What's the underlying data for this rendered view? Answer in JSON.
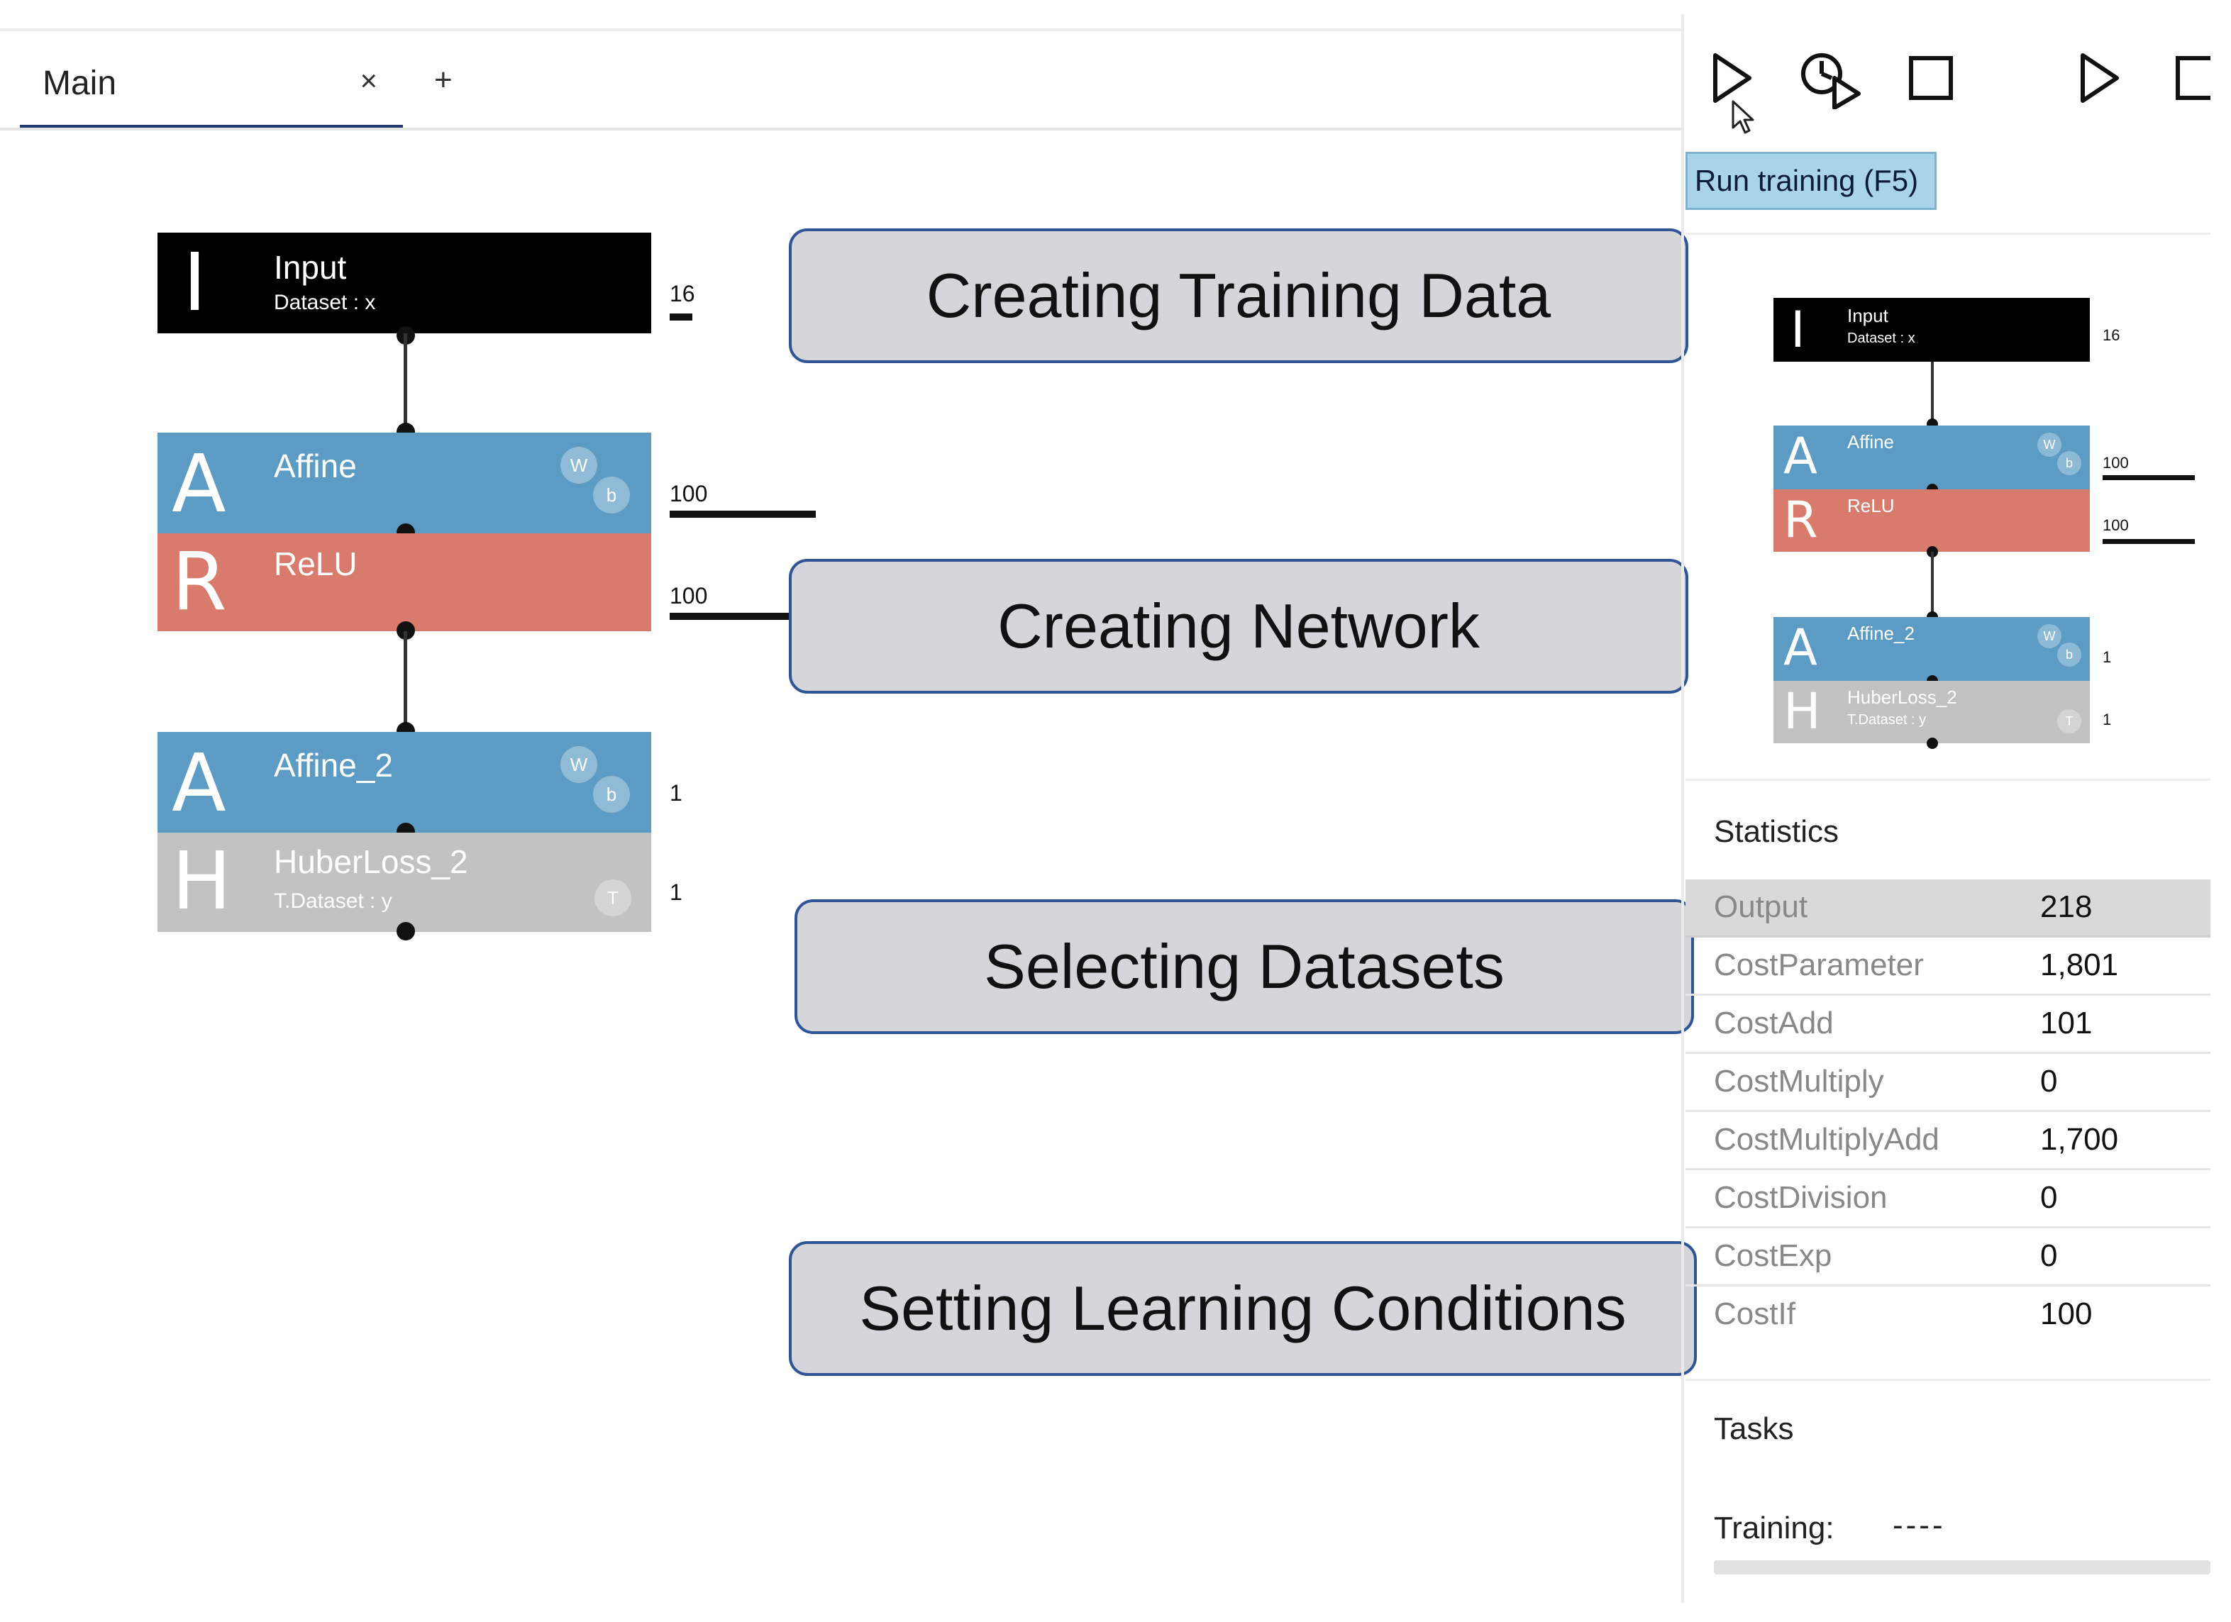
{
  "tabs": {
    "main_label": "Main",
    "close_glyph": "×",
    "add_glyph": "+"
  },
  "network": {
    "input": {
      "letter": "I",
      "title": "Input",
      "sub": "Dataset : x",
      "size": "16"
    },
    "affine": {
      "letter": "A",
      "title": "Affine",
      "pill_w": "W",
      "pill_b": "b",
      "size": "100"
    },
    "relu": {
      "letter": "R",
      "title": "ReLU",
      "size": "100"
    },
    "affine2": {
      "letter": "A",
      "title": "Affine_2",
      "pill_w": "W",
      "pill_b": "b",
      "size": "1"
    },
    "huber": {
      "letter": "H",
      "title": "HuberLoss_2",
      "sub": "T.Dataset : y",
      "pill_t": "T",
      "size": "1"
    }
  },
  "callouts": {
    "training_data": "Creating Training Data",
    "network": "Creating Network",
    "datasets": "Selecting  Datasets",
    "learning": "Setting Learning Conditions"
  },
  "toolbar": {
    "icons": [
      "play-icon",
      "timer-play-icon",
      "stop-icon",
      "play-icon",
      "stop-icon"
    ],
    "tooltip": "Run training (F5)"
  },
  "statistics": {
    "title": "Statistics",
    "rows": [
      {
        "key": "Output",
        "value": "218"
      },
      {
        "key": "CostParameter",
        "value": "1,801"
      },
      {
        "key": "CostAdd",
        "value": "101"
      },
      {
        "key": "CostMultiply",
        "value": "0"
      },
      {
        "key": "CostMultiplyAdd",
        "value": "1,700"
      },
      {
        "key": "CostDivision",
        "value": "0"
      },
      {
        "key": "CostExp",
        "value": "0"
      },
      {
        "key": "CostIf",
        "value": "100"
      }
    ]
  },
  "tasks": {
    "title": "Tasks",
    "training_label": "Training:",
    "training_value": "----",
    "progress_fraction": 0
  },
  "colors": {
    "affine_blue": "#5b9bc4",
    "relu_red": "#d97b6c",
    "loss_gray": "#c2c2c2",
    "input_black": "#000000",
    "callout_border": "#2f5597",
    "callout_fill": "#d6d6da",
    "tab_accent": "#1f3a6b",
    "tooltip_bg": "#a8d3e8"
  }
}
